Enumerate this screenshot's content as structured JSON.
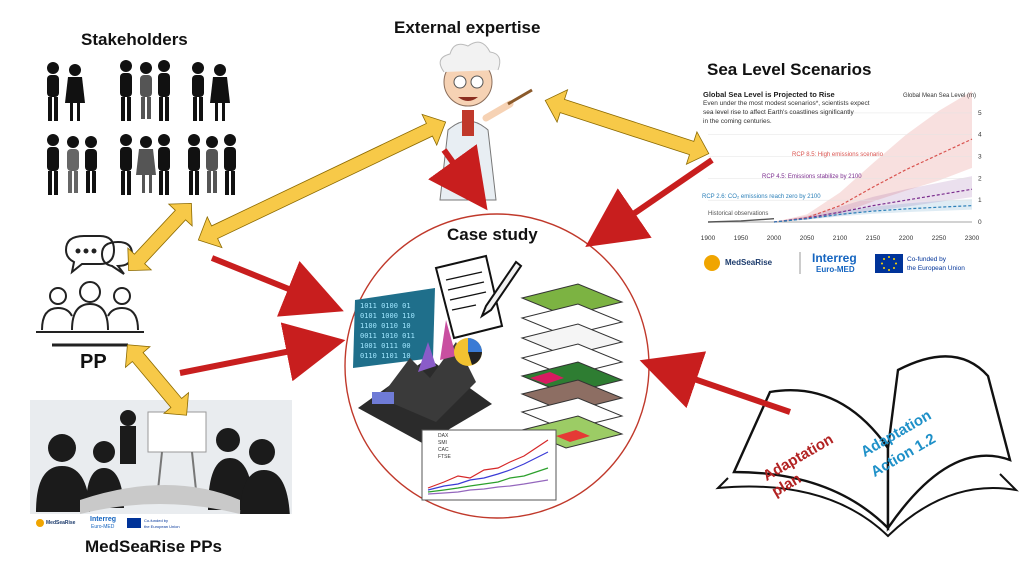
{
  "labels": {
    "stakeholders": "Stakeholders",
    "external_expertise": "External expertise",
    "sea_level_scenarios": "Sea Level Scenarios",
    "case_study": "Case study",
    "pp": "PP",
    "medsearise_pps": "MedSeaRise PPs"
  },
  "sea_level_chart": {
    "title": "Global Sea Level is Projected to Rise",
    "subtitle_lines": [
      "Even under the most modest scenarios*, scientists expect",
      "sea level rise to affect Earth's coastlines significantly",
      "in the coming centuries."
    ],
    "ylabel": "Global Mean Sea Level (m)",
    "scenario_labels": {
      "rcp85": "RCP 8.5: High emissions scenario",
      "rcp45": "RCP 4.5: Emissions stabilize by 2100",
      "rcp26": "RCP 2.6: CO₂ emissions reach zero by 2100",
      "historical": "Historical observations"
    },
    "colors": {
      "rcp85": "#d9534f",
      "rcp45": "#7b2d8e",
      "rcp26": "#2a7fb8",
      "historical": "#555555"
    }
  },
  "chart_data": {
    "type": "line",
    "x_ticks": [
      "1900",
      "1950",
      "2000",
      "2050",
      "2100",
      "2150",
      "2200",
      "2250",
      "2300"
    ],
    "y_ticks": [
      "0",
      "1",
      "2",
      "3",
      "4",
      "5"
    ],
    "xlim": [
      1900,
      2300
    ],
    "ylim": [
      0,
      5.5
    ],
    "series": [
      {
        "name": "RCP 8.5",
        "x": [
          2000,
          2050,
          2100,
          2150,
          2200,
          2250,
          2300
        ],
        "y": [
          0,
          0.2,
          0.75,
          1.6,
          2.4,
          3.1,
          3.8
        ]
      },
      {
        "name": "RCP 4.5",
        "x": [
          2000,
          2050,
          2100,
          2150,
          2200,
          2250,
          2300
        ],
        "y": [
          0,
          0.18,
          0.45,
          0.75,
          1.0,
          1.25,
          1.5
        ]
      },
      {
        "name": "RCP 2.6",
        "x": [
          2000,
          2050,
          2100,
          2150,
          2200,
          2250,
          2300
        ],
        "y": [
          0,
          0.15,
          0.35,
          0.5,
          0.6,
          0.68,
          0.75
        ]
      },
      {
        "name": "Historical observations",
        "x": [
          1900,
          1950,
          2000
        ],
        "y": [
          0,
          0.05,
          0.15
        ]
      }
    ]
  },
  "logos": {
    "medsearise": "MedSeaRise",
    "interreg_line1": "Interreg",
    "interreg_line2": "Euro-MED",
    "eu_line1": "Co-funded by",
    "eu_line2": "the European Union"
  },
  "book": {
    "left_page": "Adaptation plan",
    "right_page_line1": "Adaptation",
    "right_page_line2": "Action 1.2"
  },
  "stock_legend": [
    "DAX",
    "SMI",
    "CAC",
    "FTSE"
  ],
  "colors": {
    "yellow_arrow": "#f7c948",
    "red_arrow": "#c81e1e",
    "circle": "#c0392b",
    "book_red": "#b22222",
    "book_blue": "#1e90c8"
  }
}
